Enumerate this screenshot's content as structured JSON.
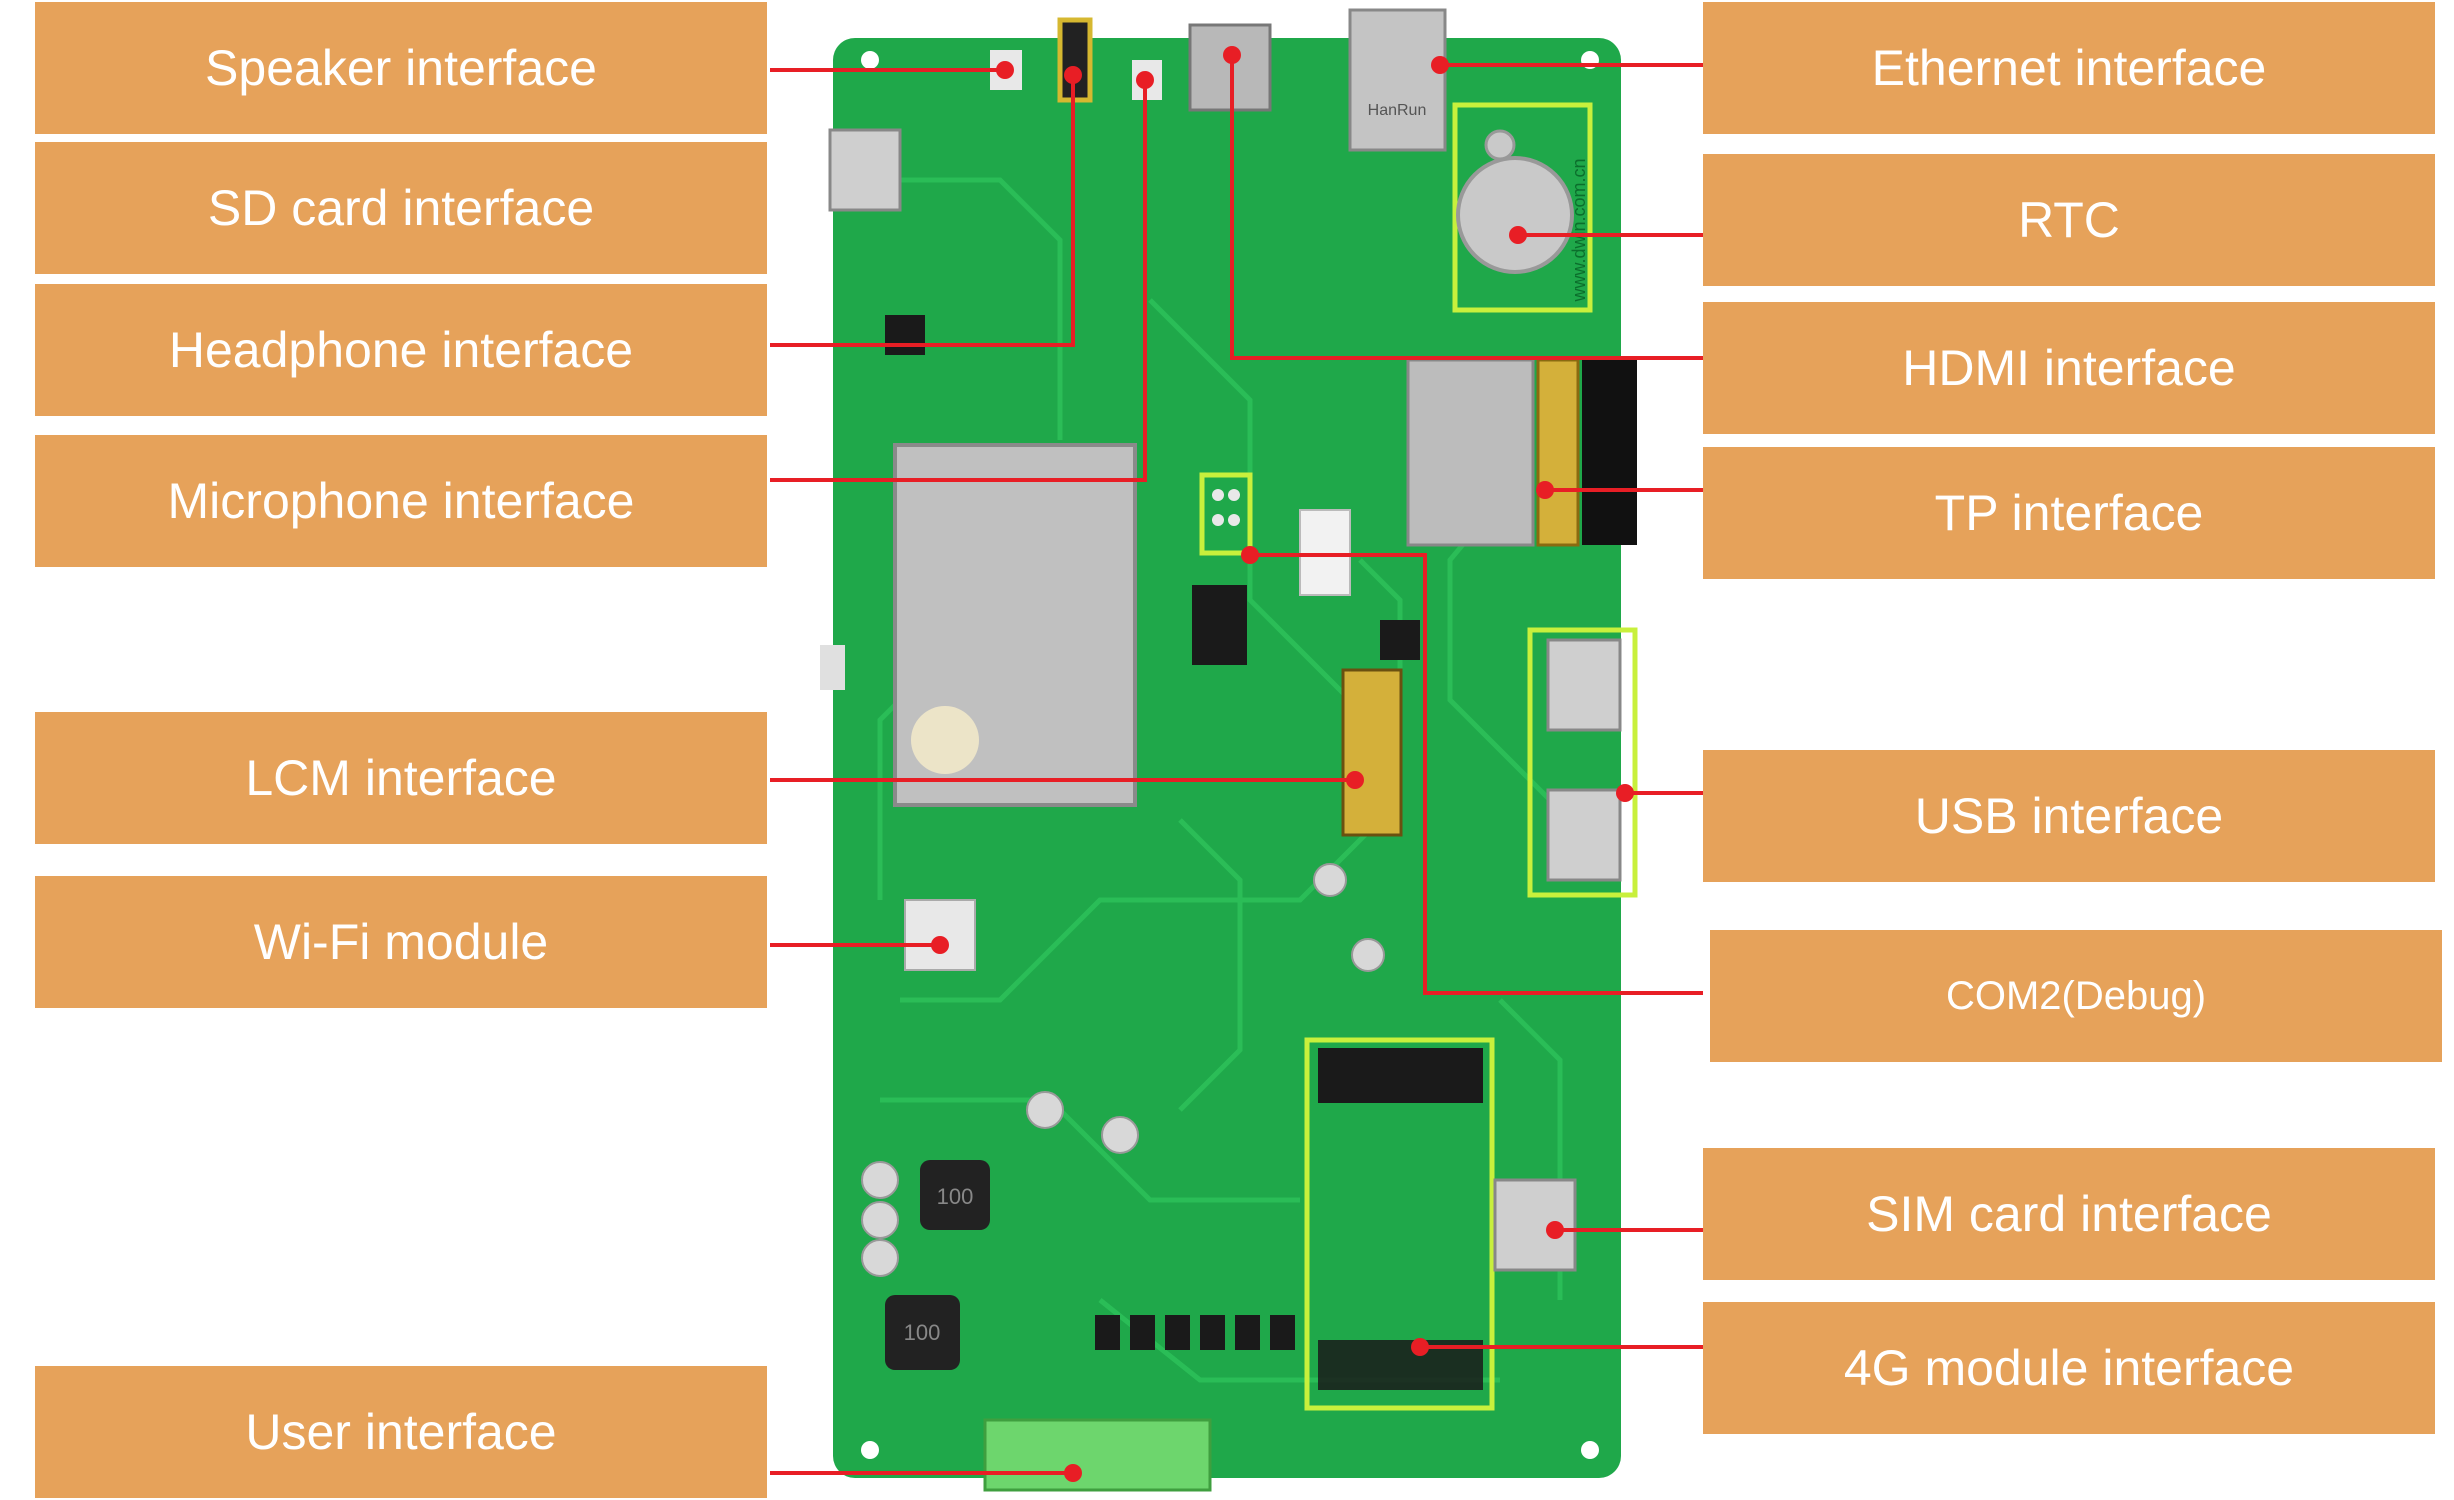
{
  "colors": {
    "label_bg": "#E6A25A",
    "label_text": "#FFFFFF",
    "pointer": "#E81E25",
    "board": "#1FA84A",
    "highlight": "#C8F03C"
  },
  "board": {
    "components": {
      "ethernet_print": "HanRun",
      "inductor_top_value": "100",
      "inductor_bottom_value": "100",
      "website_print": "www.dwin.com.cn"
    }
  },
  "labels": {
    "left": [
      {
        "id": "speaker",
        "text": "Speaker interface"
      },
      {
        "id": "sdcard",
        "text": "SD card interface"
      },
      {
        "id": "headphone",
        "text": "Headphone interface"
      },
      {
        "id": "microphone",
        "text": "Microphone interface"
      },
      {
        "id": "lcm",
        "text": "LCM interface"
      },
      {
        "id": "wifi",
        "text": "Wi-Fi  module"
      },
      {
        "id": "user",
        "text": "User interface"
      }
    ],
    "right": [
      {
        "id": "ethernet",
        "text": "Ethernet interface"
      },
      {
        "id": "rtc",
        "text": "RTC"
      },
      {
        "id": "hdmi",
        "text": "HDMI interface"
      },
      {
        "id": "tp",
        "text": "TP interface"
      },
      {
        "id": "usb",
        "text": "USB interface"
      },
      {
        "id": "com2",
        "text": "COM2(Debug)"
      },
      {
        "id": "sim",
        "text": "SIM card interface"
      },
      {
        "id": "4g",
        "text": "4G module interface"
      }
    ]
  }
}
